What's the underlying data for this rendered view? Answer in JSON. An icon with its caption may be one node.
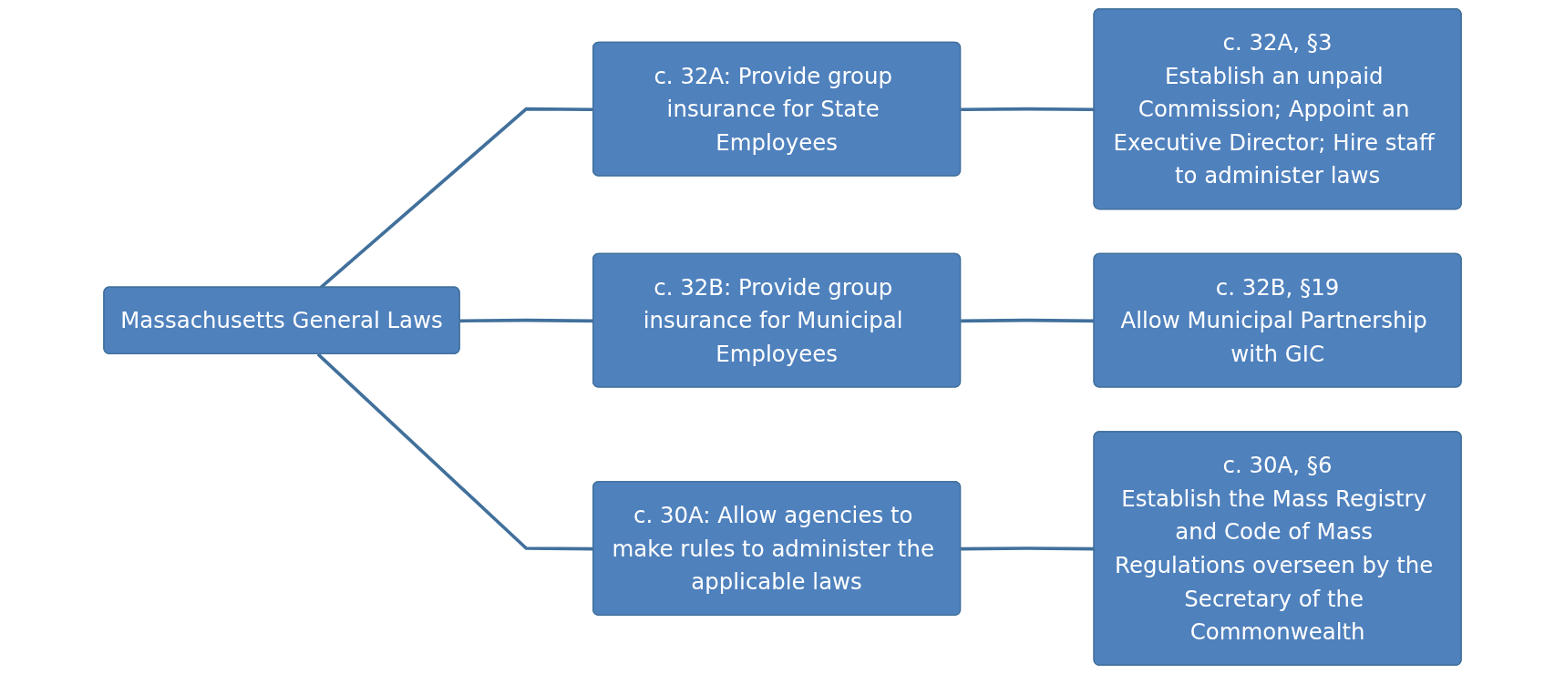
{
  "diagram": {
    "nodes": [
      {
        "text": [
          "Massachusetts General Laws"
        ]
      },
      {
        "text": [
          "c. 32A: Provide group insurance for State Employees"
        ]
      },
      {
        "text": [
          "c. 32B: Provide group insurance for Municipal Employees"
        ]
      },
      {
        "text": [
          "c. 30A: Allow agencies to make rules to administer the applicable laws"
        ]
      },
      {
        "text": [
          "c. 32A, §3",
          "Establish an unpaid Commission; Appoint an Executive Director; Hire staff to administer laws"
        ]
      },
      {
        "text": [
          "c. 32B, §19",
          "Allow Municipal Partnership with GIC"
        ]
      },
      {
        "text": [
          "c. 30A, §6",
          "Establish the Mass Registry and Code of Mass Regulations overseen by the Secretary of the Commonwealth"
        ]
      }
    ],
    "edges": [
      {
        "from": 0,
        "to": 1,
        "arrow": "none"
      },
      {
        "from": 0,
        "to": 2,
        "arrow": "none"
      },
      {
        "from": 0,
        "to": 3,
        "arrow": "none"
      },
      {
        "from": 1,
        "to": 4,
        "arrow": "none"
      },
      {
        "from": 2,
        "to": 5,
        "arrow": "none"
      },
      {
        "from": 3,
        "to": 6,
        "arrow": "none"
      }
    ]
  }
}
